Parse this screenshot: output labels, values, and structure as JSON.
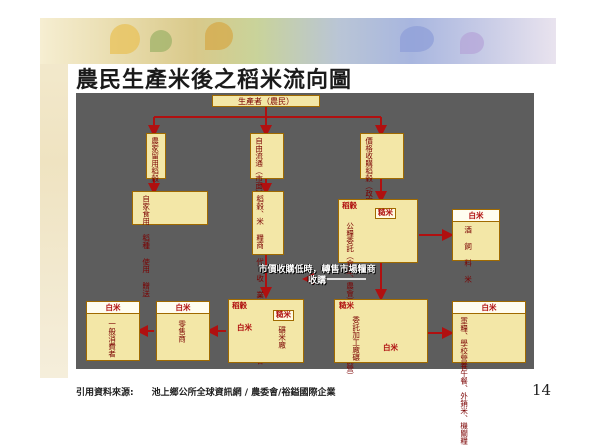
{
  "slide": {
    "title": "農民生產米後之稻米流向圖",
    "footer_source": "引用資料來源:　　池上鄉公所全球資訊網 / 農委會/裕鎰國際企業",
    "page_number": "14"
  },
  "diagram": {
    "producer": "生產者（農民）",
    "level1": {
      "keep": "農家留用稻穀",
      "free_market": "自由流通（市面）民糧",
      "govt": "價格收購稻穀（政府派員）公糧"
    },
    "level2": {
      "self_use": "自家食用 稻種 使用 贈送 ",
      "mill_merchant": "稻穀、米 糧商 代 收 業 者 、 農 會",
      "coop": {
        "tag_left": "稻穀",
        "tag_right": "糙米",
        "body": "公糧委託（倉庫、農會）經營者（糧商、民營）"
      },
      "feed": {
        "tag": "白米",
        "body": "酒 飼 料 米"
      }
    },
    "market_note": "市價收購低時，轉售市場糧商收購",
    "level3": {
      "consumer": {
        "tag": "白米",
        "body": "一般消費者"
      },
      "retail": {
        "tag": "白米",
        "body": "零售商"
      },
      "rice_mill": {
        "tag_left": "稻穀",
        "tag_right": "糙米",
        "tag_mid": "白米",
        "body": "碾米廠"
      },
      "processing": {
        "tag": "糙米",
        "tag_mid": "白米",
        "body": "委託加工廠碾"
      },
      "export": {
        "tag": "白米",
        "body": "軍糧、學校營養午餐、外銷米、機關糧"
      }
    }
  }
}
